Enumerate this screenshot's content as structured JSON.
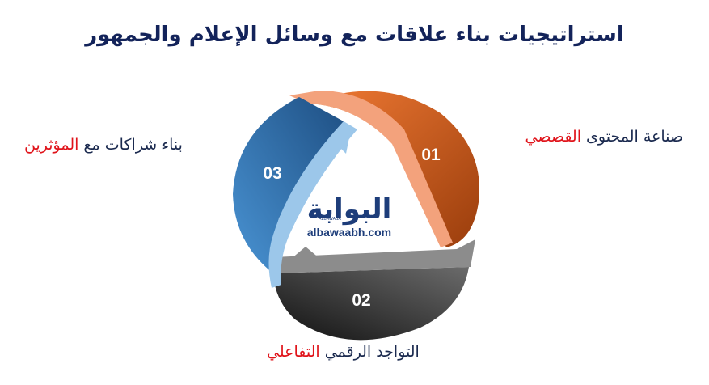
{
  "title": "استراتيجيات بناء علاقات مع وسائل الإعلام والجمهور",
  "segments": [
    {
      "number": "01",
      "label_main": "صناعة المحتوى ",
      "label_highlight": "القصصي"
    },
    {
      "number": "02",
      "label_main": "التواجد الرقمي ",
      "label_highlight": "التفاعلي"
    },
    {
      "number": "03",
      "label_main": "بناء شراكات مع ",
      "label_highlight": "المؤثرين"
    }
  ],
  "logo": {
    "arabic": "البوابة",
    "latin": "albawaabh.com",
    "small": "ALBAWABA"
  },
  "colors": {
    "title": "#13235a",
    "highlight": "#e0141b",
    "seg01": "#d85a1e",
    "seg02": "#3a3a3a",
    "seg03": "#2f6ea8"
  }
}
